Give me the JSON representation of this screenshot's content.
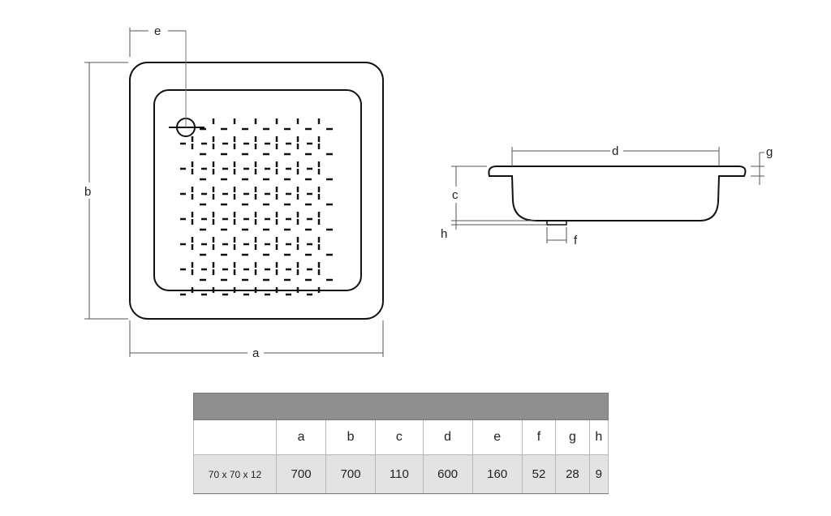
{
  "plan_view": {
    "dim_labels": {
      "a": "a",
      "b": "b",
      "e": "e"
    }
  },
  "side_view": {
    "dim_labels": {
      "c": "c",
      "d": "d",
      "f": "f",
      "g": "g",
      "h": "h"
    }
  },
  "table": {
    "columns": [
      "a",
      "b",
      "c",
      "d",
      "e",
      "f",
      "g",
      "h"
    ],
    "rows": [
      {
        "model": "70 x 70 x 12",
        "values": [
          "700",
          "700",
          "110",
          "600",
          "160",
          "52",
          "28",
          "9"
        ]
      }
    ]
  }
}
